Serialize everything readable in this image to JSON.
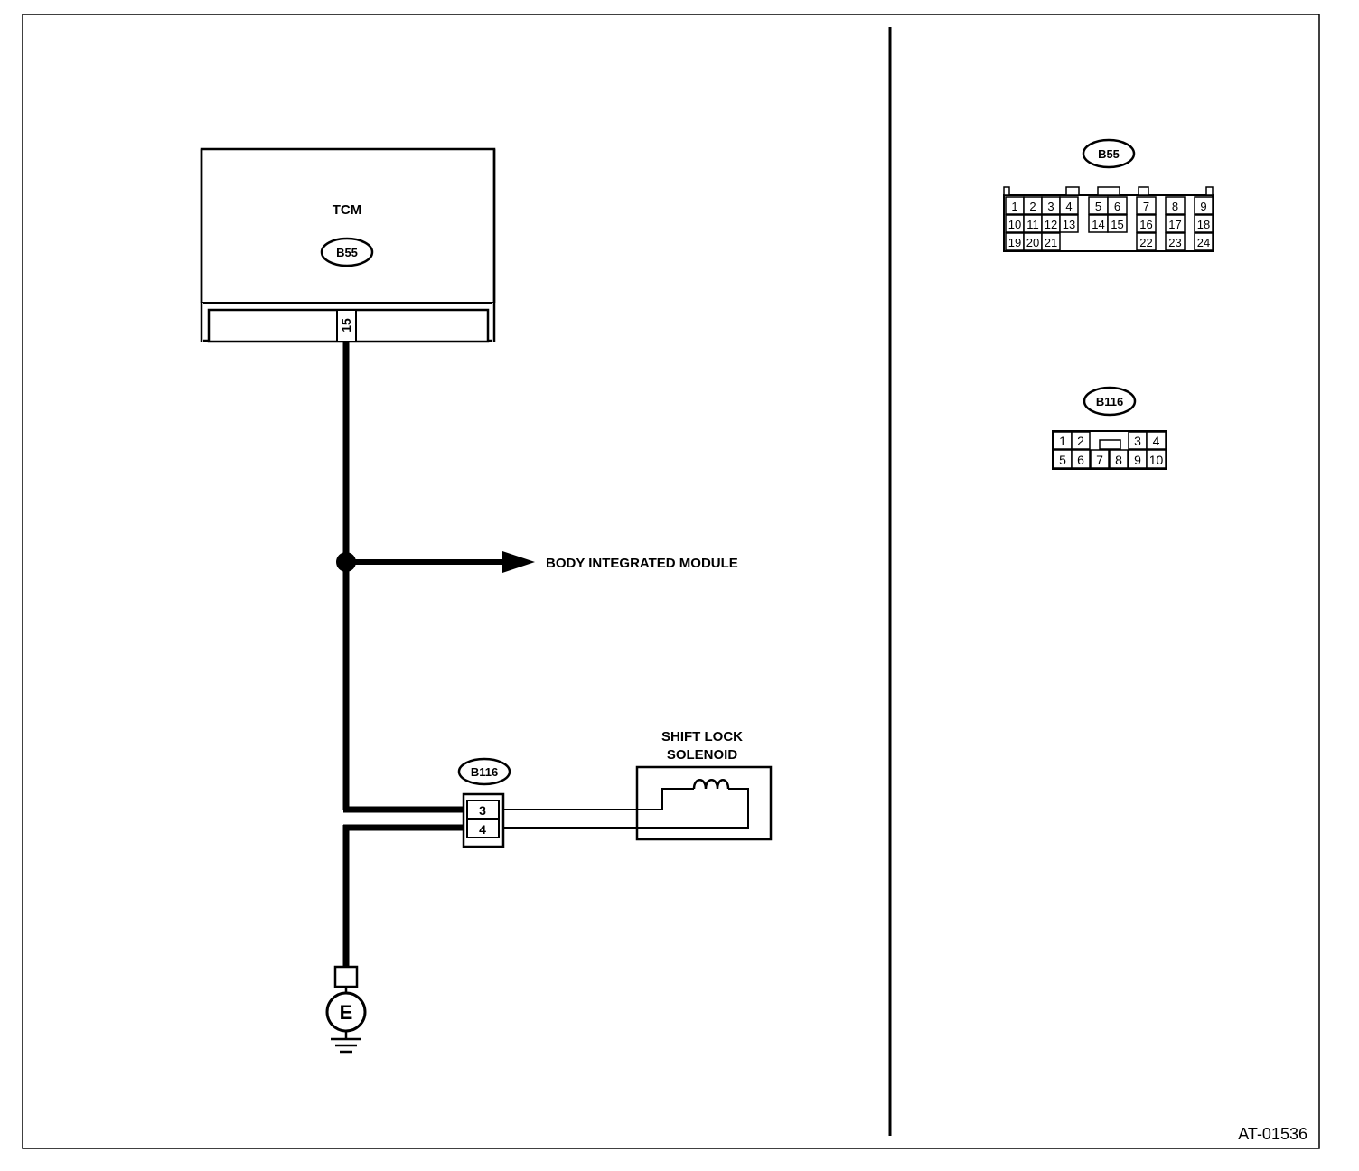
{
  "figure_id": "AT-01536",
  "tcm": {
    "label": "TCM",
    "connector": "B55",
    "pin": "15"
  },
  "junction_destination": "BODY INTEGRATED MODULE",
  "b116_connector": {
    "label": "B116",
    "pins": [
      "3",
      "4"
    ]
  },
  "solenoid": {
    "line1": "SHIFT LOCK",
    "line2": "SOLENOID"
  },
  "ground": {
    "symbol": "E"
  },
  "b55_face": {
    "label": "B55",
    "pins": [
      "1",
      "2",
      "3",
      "4",
      "5",
      "6",
      "7",
      "8",
      "9",
      "10",
      "11",
      "12",
      "13",
      "14",
      "15",
      "16",
      "17",
      "18",
      "19",
      "20",
      "21",
      "22",
      "23",
      "24"
    ]
  },
  "b116_face": {
    "label": "B116",
    "pins": [
      "1",
      "2",
      "3",
      "4",
      "5",
      "6",
      "7",
      "8",
      "9",
      "10"
    ]
  }
}
